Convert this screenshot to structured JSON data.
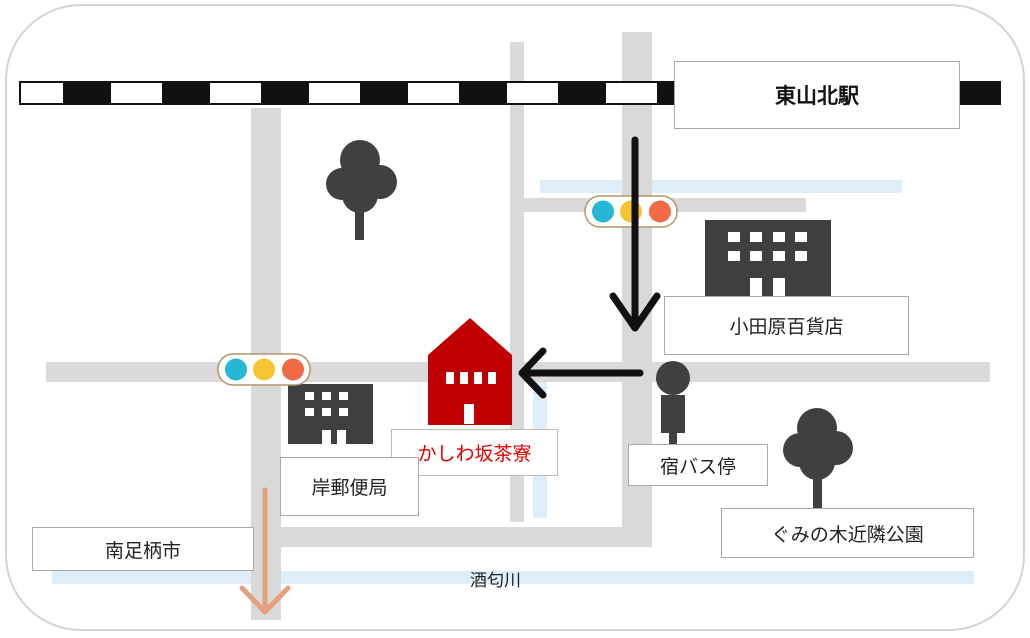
{
  "labels": {
    "station": "東山北駅",
    "department_store": "小田原百貨店",
    "bus_stop": "宿バス停",
    "park": "ぐみの木近隣公園",
    "destination": "かしわ坂茶寮",
    "post_office": "岸郵便局",
    "city": "南足柄市",
    "river": "酒匂川"
  },
  "colors": {
    "road": "#d9d9d9",
    "water": "#ddeef9",
    "building": "#3f3f3f",
    "destination": "#c00000",
    "destination_text": "#e00000",
    "signal_blue": "#25b8d6",
    "signal_yellow": "#f5c430",
    "signal_red": "#ef6a45"
  }
}
